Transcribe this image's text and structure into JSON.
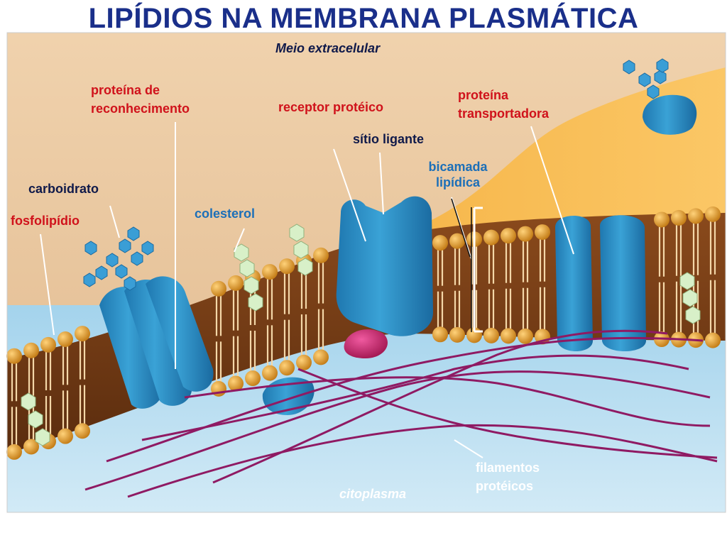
{
  "title": "LIPÍDIOS NA MEMBRANA PLASMÁTICA",
  "colors": {
    "title": "#1a2f8a",
    "red_label": "#d0121b",
    "blue_label": "#1c6fb8",
    "dark_label": "#101a4a",
    "extracellular": "#e9c9a3",
    "cytoplasm": "#a9d8ee",
    "protein": "#2a90c8",
    "filament": "#8f1a63",
    "lipid_head": "#e8a030"
  },
  "labels": {
    "extracellular": "Meio extracelular",
    "recognition_protein": [
      "proteína de",
      "reconhecimento"
    ],
    "receptor_protein": "receptor protéico",
    "transport_protein": [
      "proteína",
      "transportadora"
    ],
    "binding_site": "sítio ligante",
    "lipid_bilayer": [
      "bicamada",
      "lipídica"
    ],
    "carbohydrate": "carboidrato",
    "phospholipid": "fosfolipídio",
    "cholesterol": "colesterol",
    "protein_filaments": [
      "filamentos",
      "protéicos"
    ],
    "cytoplasm": "citoplasma"
  }
}
